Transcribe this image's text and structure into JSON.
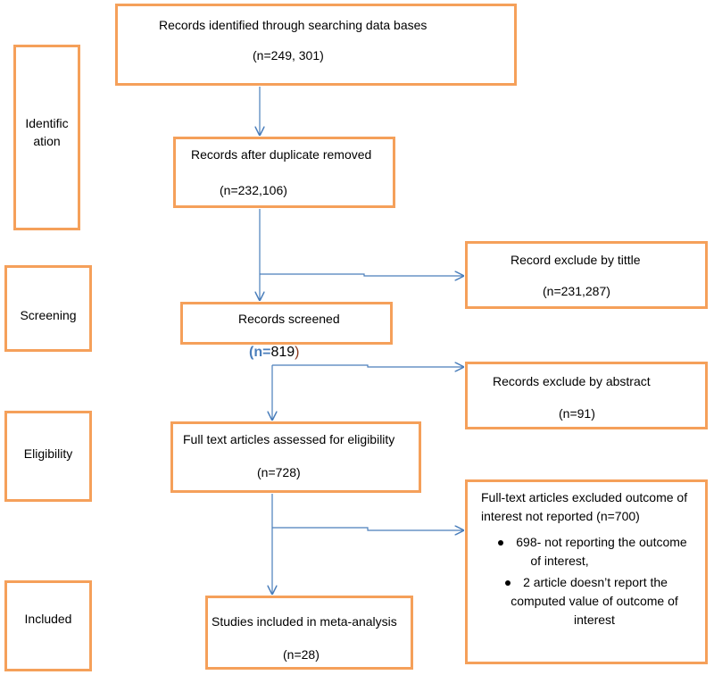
{
  "stages": {
    "identification_line1": "Identific",
    "identification_line2": "ation",
    "screening": "Screening",
    "eligibility": "Eligibility",
    "included": "Included"
  },
  "boxes": {
    "identified": {
      "title": "Records identified through searching data bases",
      "count": "(n=249, 301)"
    },
    "duplicates": {
      "title": "Records after duplicate removed",
      "count": "(n=232,106)"
    },
    "exclude_title": {
      "title": "Record exclude by tittle",
      "count": "(n=231,287)"
    },
    "screened": {
      "title": "Records screened",
      "n_label": "(n=",
      "n_value": "819",
      "close": ")"
    },
    "exclude_abstract": {
      "title": "Records exclude by abstract",
      "count": "(n=91)"
    },
    "fulltext": {
      "title": "Full text articles assessed for eligibility",
      "count": "(n=728)"
    },
    "exclude_fulltext": {
      "title_line1": "Full-text articles excluded outcome of",
      "title_line2": "interest not reported (n=700)",
      "bullet1_line1": "698- not reporting the outcome",
      "bullet1_line2": "of interest,",
      "bullet2_line1": "2 article doesn’t report the",
      "bullet2_line2": "computed value of outcome of",
      "bullet2_line3": "interest"
    },
    "included": {
      "title": "Studies included in meta-analysis",
      "count": "(n=28)"
    }
  },
  "colors": {
    "box_border": "#f5a05a",
    "arrow": "#4a7ebb"
  }
}
